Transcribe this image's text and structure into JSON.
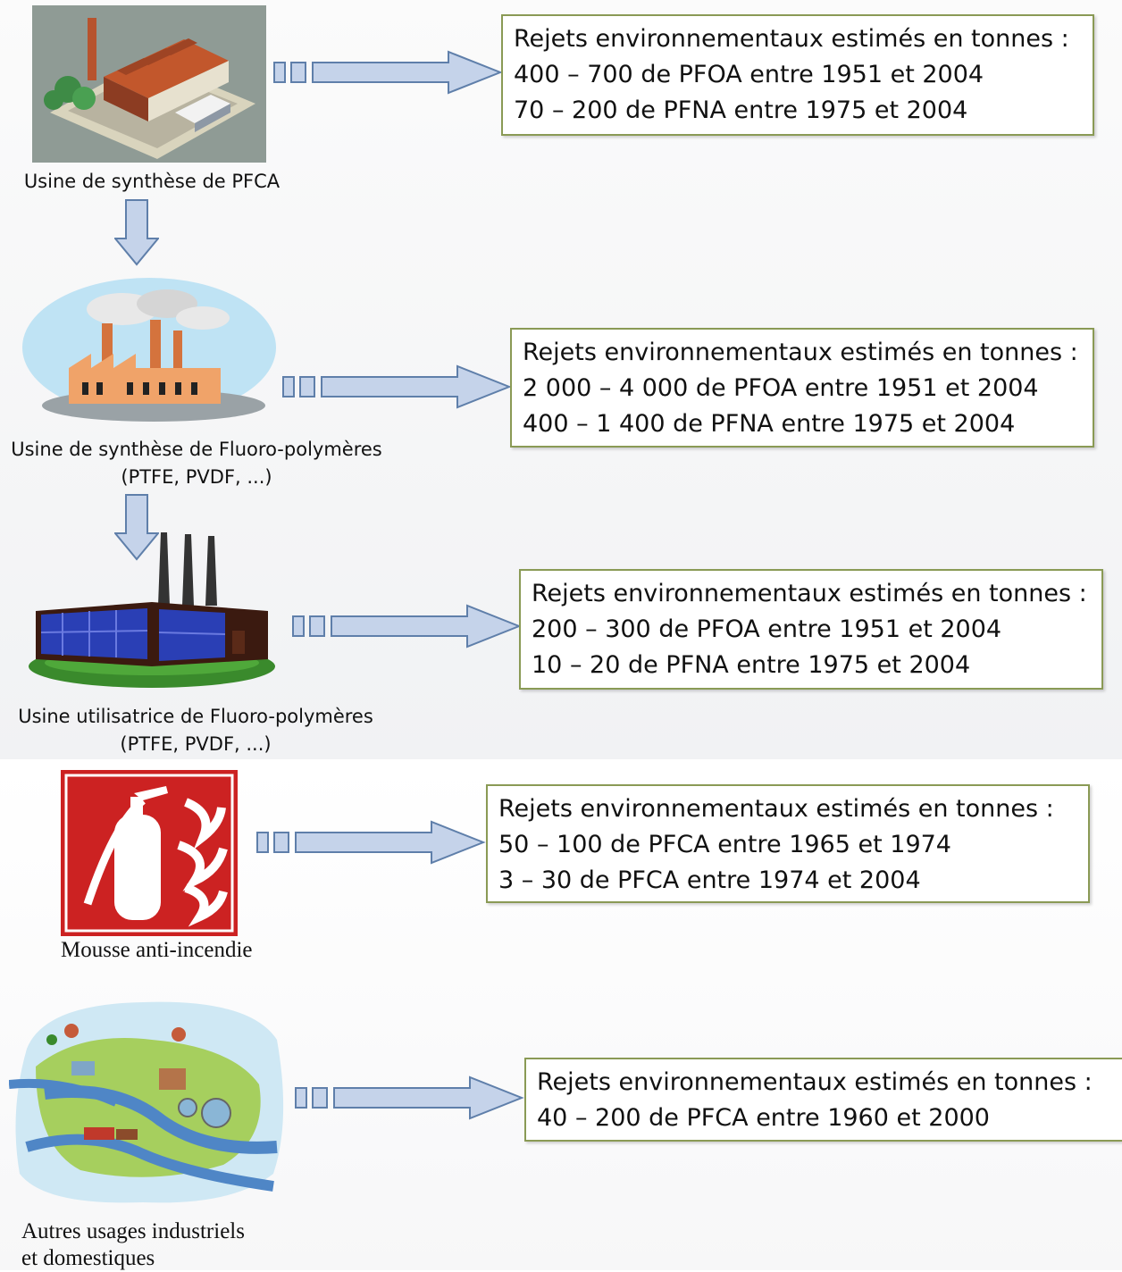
{
  "stages": [
    {
      "id": "pfca-synthesis",
      "caption": [
        "Usine de synthèse de PFCA"
      ],
      "icon": "isometric-factory-icon",
      "box": {
        "title": "Rejets environnementaux estimés en tonnes :",
        "lines": [
          "400 – 700 de PFOA entre 1951 et 2004",
          "70 – 200 de PFNA entre 1975 et 2004"
        ]
      }
    },
    {
      "id": "fluoropolymer-synthesis",
      "caption": [
        "Usine de synthèse de Fluoro-polymères",
        "(PTFE, PVDF, ...)"
      ],
      "icon": "orange-factory-clouds-icon",
      "box": {
        "title": "Rejets environnementaux estimés en tonnes :",
        "lines": [
          "2 000 – 4 000 de PFOA entre 1951 et 2004",
          "400 – 1 400 de PFNA entre 1975 et 2004"
        ]
      }
    },
    {
      "id": "fluoropolymer-user",
      "caption": [
        "Usine utilisatrice de Fluoro-polymères",
        "(PTFE, PVDF, ...)"
      ],
      "icon": "blue-glass-factory-icon",
      "box": {
        "title": "Rejets environnementaux estimés en tonnes :",
        "lines": [
          "200 – 300 de PFOA entre 1951 et 2004",
          "10 – 20 de PFNA entre 1975 et 2004"
        ]
      }
    },
    {
      "id": "fire-foam",
      "caption": [
        "Mousse anti-incendie"
      ],
      "icon": "fire-extinguisher-sign-icon",
      "box": {
        "title": "Rejets environnementaux estimés en tonnes :",
        "lines": [
          "50 – 100 de PFCA entre 1965 et 1974",
          "3 – 30 de PFCA entre 1974 et 2004"
        ]
      }
    },
    {
      "id": "other-uses",
      "caption": [
        "Autres usages industriels",
        "et domestiques"
      ],
      "icon": "landscape-map-icon",
      "box": {
        "title": "Rejets environnementaux estimés en tonnes :",
        "lines": [
          "40 – 200 de PFCA entre 1960 et 2000"
        ]
      }
    }
  ],
  "colors": {
    "box_border": "#8a9a55",
    "arrow_fill": "#c5d3ea",
    "arrow_stroke": "#5f7faa",
    "fire_sign_red": "#cc2222"
  }
}
